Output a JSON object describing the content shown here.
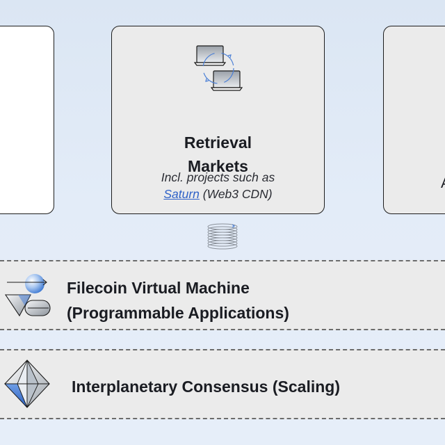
{
  "retrieval_card": {
    "title": "Retrieval\nMarkets",
    "subtitle_prefix": "Incl. projects such as",
    "link_text": "Saturn",
    "subtitle_suffix": " (Web3 CDN)",
    "icon": "sync-computers-icon"
  },
  "right_card": {
    "visible_glyph": "A"
  },
  "connector": {
    "icon": "stacked-rings-icon"
  },
  "layers": [
    {
      "title": "Filecoin Virtual Machine\n(Programmable Applications)",
      "icon": "fvm-shapes-icon"
    },
    {
      "title": "Interplanetary Consensus (Scaling)",
      "icon": "diamond-crystal-icon"
    }
  ],
  "colors": {
    "background": "#dbe6f3",
    "card_fill": "#ebebeb",
    "link": "#2f62c8",
    "accent_blue": "#4a7fd6"
  }
}
